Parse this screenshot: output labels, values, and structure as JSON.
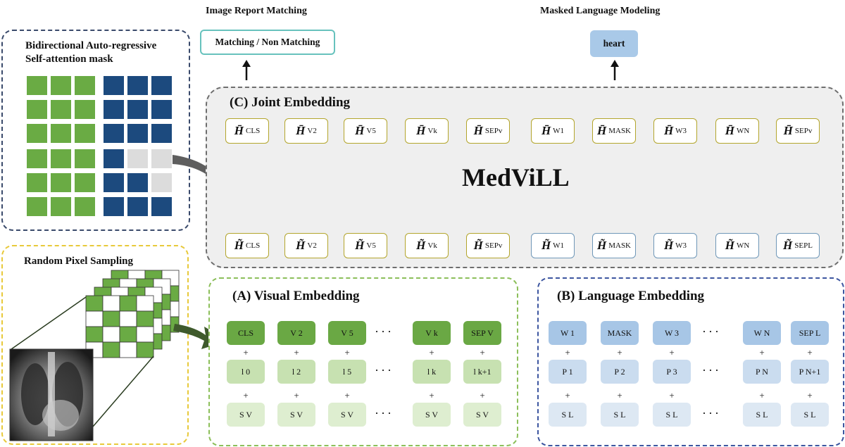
{
  "mask_panel": {
    "title_line1": "Bidirectional Auto-regressive",
    "title_line2": "Self-attention mask"
  },
  "pixel_panel": {
    "title": "Random Pixel Sampling"
  },
  "top": {
    "irm_title": "Image Report Matching",
    "irm_box": "Matching / Non Matching",
    "mlm_title": "Masked Language Modeling",
    "mlm_box": "heart"
  },
  "joint": {
    "title": "(C) Joint Embedding",
    "model_name": "MedViLL",
    "top_tokens": [
      {
        "sym": "H̄",
        "sub": "CLS"
      },
      {
        "sym": "H̄",
        "sub": "V2"
      },
      {
        "sym": "H̄",
        "sub": "V5"
      },
      {
        "sym": "H̄",
        "sub": "Vk"
      },
      {
        "sym": "H̄",
        "sub": "SEPv"
      },
      {
        "sym": "H̄",
        "sub": "W1"
      },
      {
        "sym": "H̄",
        "sub": "MASK"
      },
      {
        "sym": "H̄",
        "sub": "W3"
      },
      {
        "sym": "H̄",
        "sub": "WN"
      },
      {
        "sym": "H̄",
        "sub": "SEPv"
      }
    ],
    "bottom_tokens": [
      {
        "sym": "H̃",
        "sub": "CLS"
      },
      {
        "sym": "H̃",
        "sub": "V2"
      },
      {
        "sym": "H̃",
        "sub": "V5"
      },
      {
        "sym": "H̃",
        "sub": "Vk"
      },
      {
        "sym": "H̃",
        "sub": "SEPv"
      },
      {
        "sym": "H̃",
        "sub": "W1"
      },
      {
        "sym": "H̃",
        "sub": "MASK"
      },
      {
        "sym": "H̃",
        "sub": "W3"
      },
      {
        "sym": "H̃",
        "sub": "WN"
      },
      {
        "sym": "H̃",
        "sub": "SEPL"
      }
    ]
  },
  "visual": {
    "title": "(A) Visual Embedding",
    "row1": [
      "CLS",
      "V 2",
      "V 5",
      "V k",
      "SEP V"
    ],
    "row2": [
      "l 0",
      "l 2",
      "l 5",
      "l k",
      "l k+1"
    ],
    "row3": [
      "S V",
      "S V",
      "S V",
      "S V",
      "S V"
    ],
    "plus": "+",
    "dots": "···"
  },
  "language": {
    "title": "(B) Language Embedding",
    "row1": [
      "W 1",
      "MASK",
      "W 3",
      "W N",
      "SEP L"
    ],
    "row2": [
      "P 1",
      "P 2",
      "P 3",
      "P N",
      "P N+1"
    ],
    "row3": [
      "S L",
      "S L",
      "S L",
      "S L",
      "S L"
    ],
    "plus": "+",
    "dots": "···"
  }
}
